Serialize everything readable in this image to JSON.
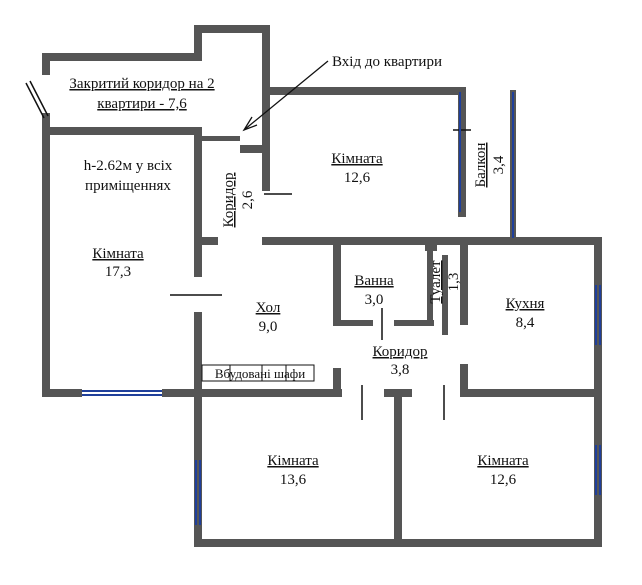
{
  "labels": {
    "corridor_shared_line1": "Закритий коридор на 2",
    "corridor_shared_line2": "квартири - 7,6",
    "entrance": "Вхід до квартири",
    "height_line1": "h-2.62м у всіх",
    "height_line2": "приміщеннях",
    "corridor_small_name": "Коридор",
    "corridor_small_area": "2,6",
    "room_top_name": "Кімната",
    "room_top_area": "12,6",
    "balcony_name": "Балкон",
    "balcony_area": "3,4",
    "room_left_name": "Кімната",
    "room_left_area": "17,3",
    "bath_name": "Ванна",
    "bath_area": "3,0",
    "toilet_name": "Туалет",
    "toilet_area": "1,3",
    "kitchen_name": "Кухня",
    "kitchen_area": "8,4",
    "hall_name": "Хол",
    "hall_area": "9,0",
    "corridor_mid_name": "Коридор",
    "corridor_mid_area": "3,8",
    "closets": "Вбудовані шафи",
    "room_bl_name": "Кімната",
    "room_bl_area": "13,6",
    "room_br_name": "Кімната",
    "room_br_area": "12,6"
  },
  "colors": {
    "wall": "#555555",
    "window": "#1f3f9a",
    "text": "#111111"
  }
}
